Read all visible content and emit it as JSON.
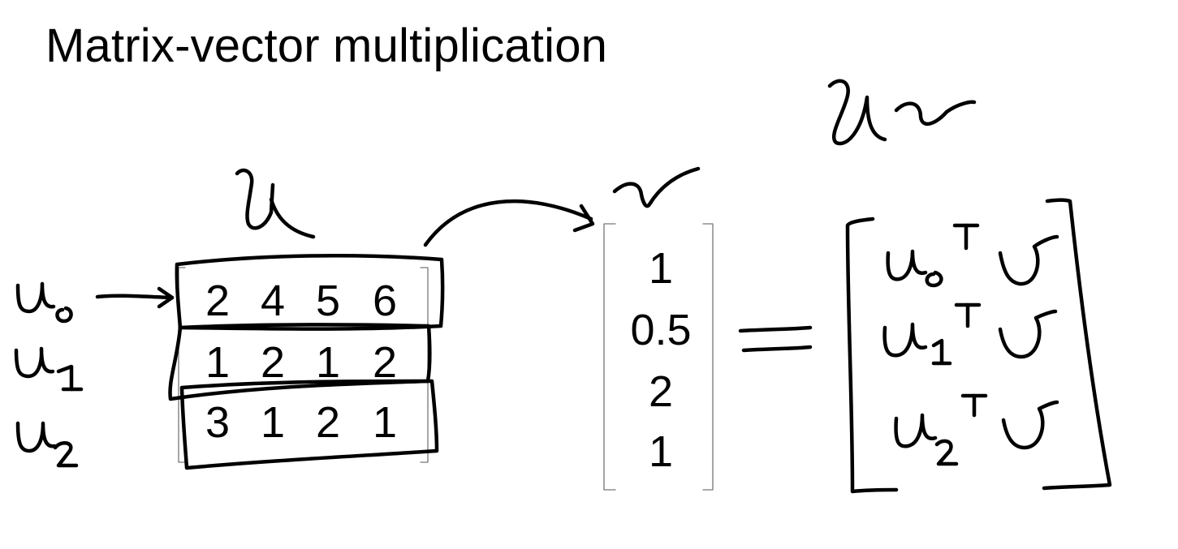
{
  "title": "Matrix-vector multiplication",
  "matrix_label": "U",
  "vector_label": "v",
  "product_label": "Uv",
  "row_labels": [
    "u0",
    "u1",
    "u2"
  ],
  "matrix": [
    [
      "2",
      "4",
      "5",
      "6"
    ],
    [
      "1",
      "2",
      "1",
      "2"
    ],
    [
      "3",
      "1",
      "2",
      "1"
    ]
  ],
  "vector": [
    "1",
    "0.5",
    "2",
    "1"
  ],
  "equals": "=",
  "result": [
    "u0",
    "u1",
    "u2"
  ],
  "transpose": "T"
}
